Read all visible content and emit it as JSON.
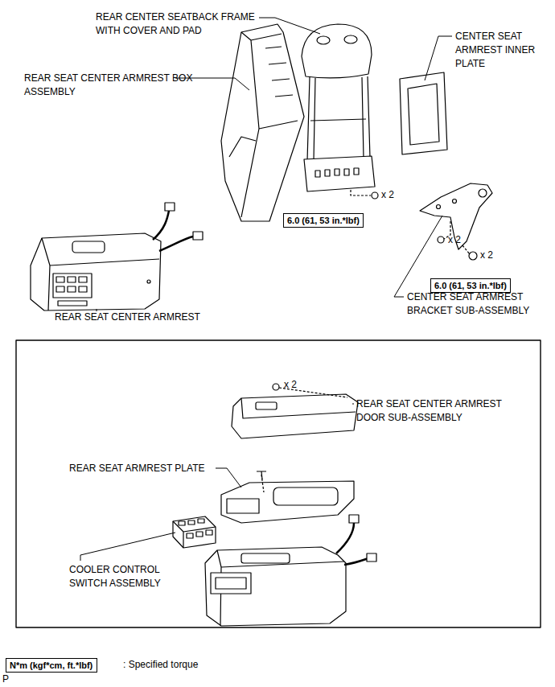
{
  "diagram": {
    "nodes": [
      {
        "text": [
          "6.0 (61, 53 in.*lbf)"
        ]
      },
      {
        "text": [
          "6.0 (61, 53 in.*lbf)"
        ]
      },
      {
        "text": [
          "N*m (kgf*cm, ft.*lbf)"
        ]
      }
    ],
    "labels": [
      "REAR CENTER SEATBACK FRAME WITH COVER AND PAD",
      "CENTER SEAT ARMREST INNER PLATE",
      "REAR SEAT CENTER ARMREST BOX ASSEMBLY",
      "x 2",
      "x 2",
      "x 2",
      "CENTER SEAT ARMREST BRACKET SUB-ASSEMBLY",
      "REAR SEAT CENTER ARMREST",
      "x 2",
      "REAR SEAT CENTER ARMREST DOOR SUB-ASSEMBLY",
      "REAR SEAT ARMREST PLATE",
      "COOLER CONTROL SWITCH ASSEMBLY",
      ": Specified torque",
      "P"
    ]
  }
}
